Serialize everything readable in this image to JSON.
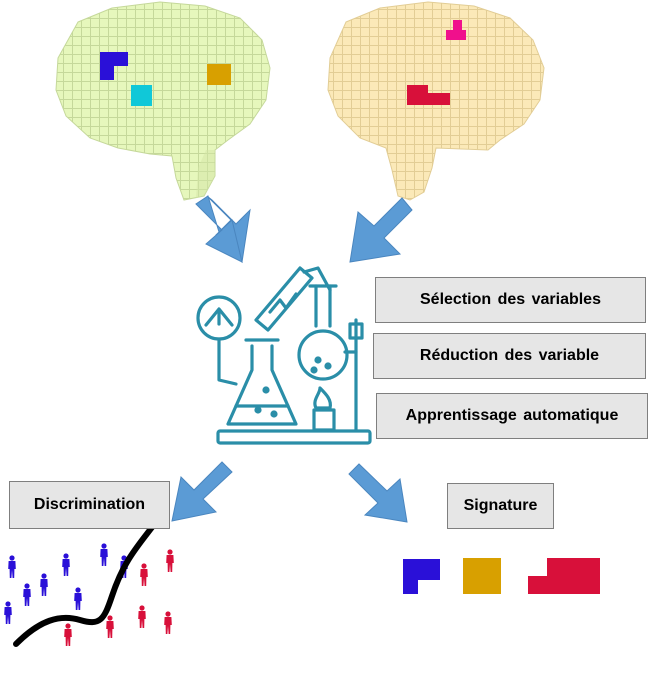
{
  "steps": [
    "Sélection des variables",
    "Réduction des variable",
    "Apprentissage  automatique"
  ],
  "outputs": {
    "discrimination": "Discrimination",
    "signature": "Signature"
  },
  "colors": {
    "brain_left": "#e6f7bc",
    "brain_right": "#fbe9b8",
    "arrow": "#5b9bd5",
    "lab_icon": "#2a8ea8",
    "box_fill": "#e6e6e6",
    "box_border": "#7f7f7f",
    "blue": "#2a10d8",
    "cyan": "#10c8d8",
    "gold": "#d8a000",
    "magenta": "#f0108c",
    "red": "#d8103a"
  },
  "icons": {
    "lab": "laboratory-icon",
    "people": "person-icon"
  }
}
